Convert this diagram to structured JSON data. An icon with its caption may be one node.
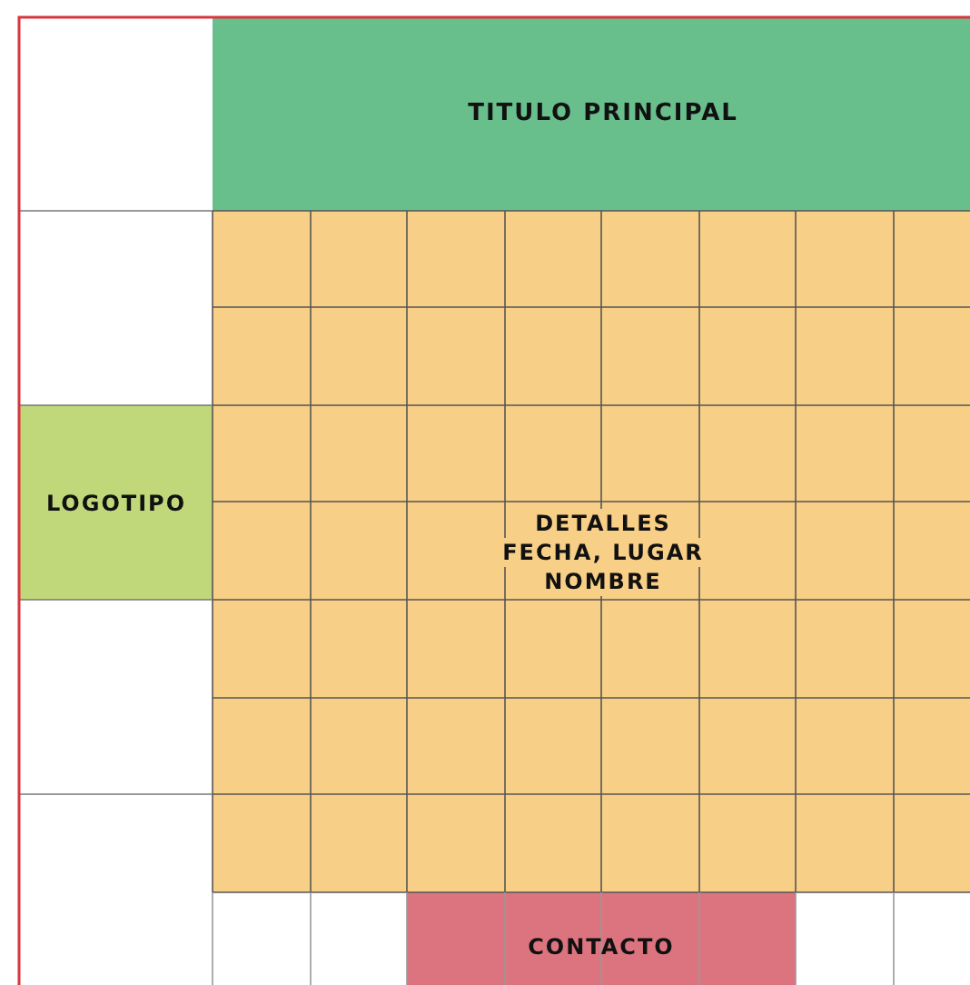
{
  "diagram": {
    "nodes": [
      {
        "text": [
          "TITULO PRINCIPAL"
        ]
      },
      {
        "text": [
          "LOGOTIPO"
        ]
      },
      {
        "text": [
          "DETALLES",
          "FECHA, LUGAR",
          "NOMBRE"
        ]
      },
      {
        "text": [
          "CONTACTO"
        ]
      }
    ]
  }
}
